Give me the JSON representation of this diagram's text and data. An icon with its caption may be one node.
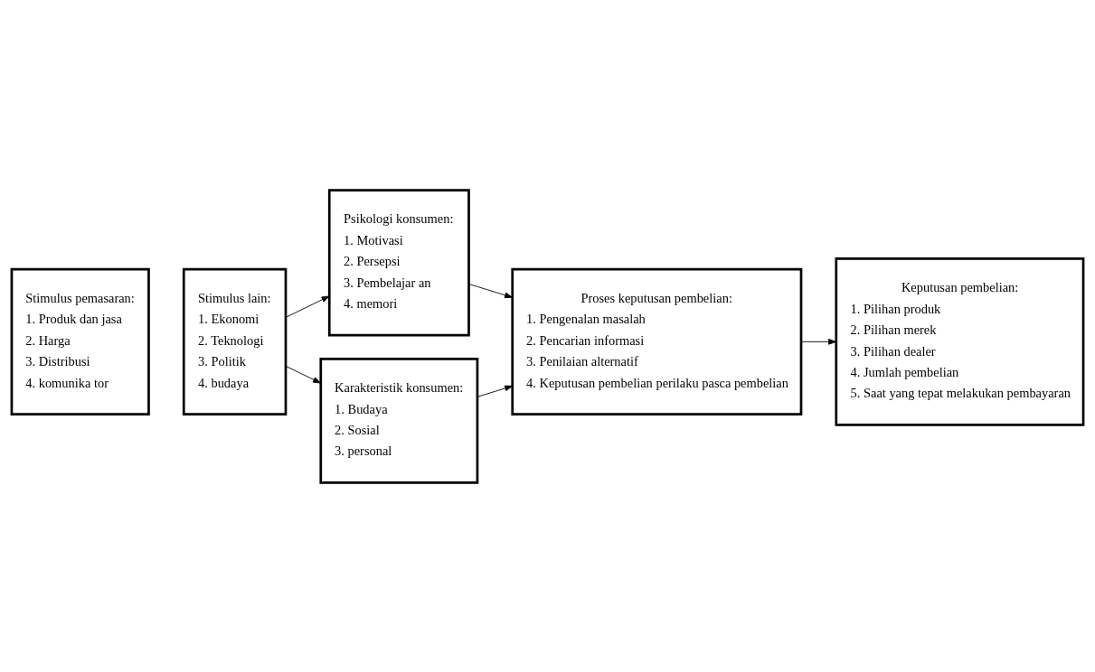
{
  "diagram": {
    "nodes": [
      {
        "text": [
          "Stimulus pemasaran:",
          "1. Produk dan jasa",
          "2. Harga",
          "3. Distribusi",
          "4. komunika tor"
        ]
      },
      {
        "text": [
          "Stimulus lain:",
          "1. Ekonomi",
          "2. Teknologi",
          "3. Politik",
          "4. budaya"
        ]
      },
      {
        "text": [
          "Psikologi konsumen:",
          "1. Motivasi",
          "2. Persepsi",
          "3. Pembelajar an",
          "4. memori"
        ]
      },
      {
        "text": [
          "Karakteristik konsumen:",
          "1. Budaya",
          "2. Sosial",
          "3. personal"
        ]
      },
      {
        "text": [
          "Proses keputusan pembelian:",
          "1. Pengenalan masalah",
          "2. Pencarian informasi",
          "3. Penilaian alternatif",
          "4. Keputusan pembelian perilaku pasca pembelian"
        ]
      },
      {
        "text": [
          "Keputusan pembelian:",
          "1. Pilihan produk",
          "2. Pilihan merek",
          "3. Pilihan dealer",
          "4. Jumlah pembelian",
          "5. Saat yang tepat melakukan pembayaran"
        ]
      }
    ],
    "edges": [
      {
        "from": 1,
        "to": 2,
        "arrow": "to"
      },
      {
        "from": 1,
        "to": 3,
        "arrow": "to"
      },
      {
        "from": 2,
        "to": 4,
        "arrow": "to"
      },
      {
        "from": 3,
        "to": 4,
        "arrow": "to"
      },
      {
        "from": 4,
        "to": 5,
        "arrow": "to"
      }
    ]
  }
}
